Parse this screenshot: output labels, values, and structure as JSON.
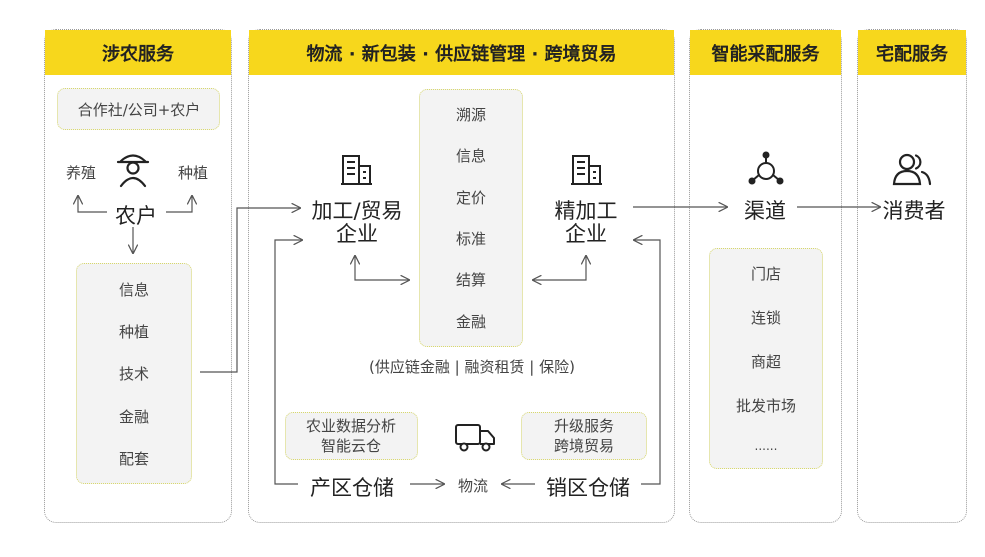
{
  "sections": {
    "agri": "涉农服务",
    "logistics": "物流 · 新包装 · 供应链管理 · 跨境贸易",
    "smart": "智能采配服务",
    "delivery": "宅配服务"
  },
  "agri": {
    "coop": "合作社/公司+农户",
    "breed": "养殖",
    "plant": "种植",
    "farmer": "农户",
    "items": [
      "信息",
      "种植",
      "技术",
      "金融",
      "配套"
    ]
  },
  "logi": {
    "processing_l1": "加工/贸易",
    "processing_l2": "企业",
    "center_items": [
      "溯源",
      "信息",
      "定价",
      "标准",
      "结算",
      "金融"
    ],
    "finishing_l1": "精加工",
    "finishing_l2": "企业",
    "finance_note": "(供应链金融 | 融资租赁 | 保险)",
    "analysis_l1": "农业数据分析",
    "analysis_l2": "智能云仓",
    "upgrade_l1": "升级服务",
    "upgrade_l2": "跨境贸易",
    "origin_storage": "产区仓储",
    "logistics": "物流",
    "sales_storage": "销区仓储"
  },
  "smart": {
    "channel": "渠道",
    "items": [
      "门店",
      "连锁",
      "商超",
      "批发市场",
      "......"
    ]
  },
  "delivery": {
    "consumer": "消费者"
  },
  "colors": {
    "accent": "#f7d71c",
    "line": "#555555",
    "border": "#9a9a9a"
  },
  "icons": [
    "farmer-icon",
    "building-icon",
    "network-icon",
    "truck-icon",
    "users-icon"
  ]
}
